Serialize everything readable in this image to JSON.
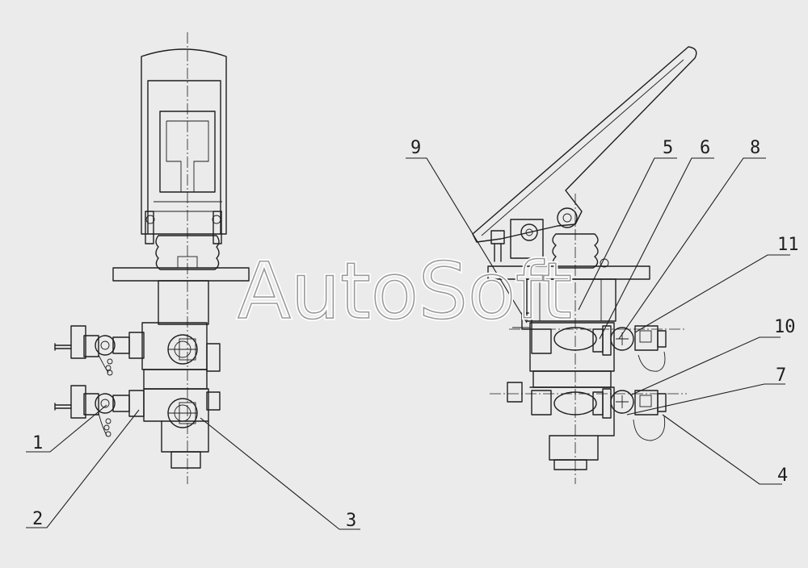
{
  "callouts": {
    "c1": "1",
    "c2": "2",
    "c3": "3",
    "c4": "4",
    "c5": "5",
    "c6": "6",
    "c7": "7",
    "c8": "8",
    "c9": "9",
    "c10": "10",
    "c11": "11"
  },
  "watermark": "AutoSoft",
  "colors": {
    "background": "#ebebeb",
    "line": "#1e1e1e",
    "watermark_outline": "#9a9a9a"
  }
}
